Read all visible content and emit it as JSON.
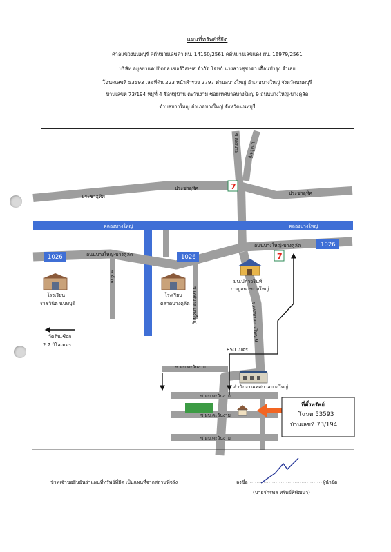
{
  "header": {
    "title": "แผนที่ทรัพย์ที่ยึด",
    "line1": "ศาลแขวงนนทบุรี   คดีหมายเลขดำ ผบ. 14150/2561  คดีหมายเลขแดง ผบ. 16979/2561",
    "line2": "บริษัท อยุธยาแคปปิตอล เซอร์วิสเซส จำกัด   โจทก์  นางสาวสุชาดา  เอื้อนป่ารุง จำเลย",
    "line3": "โฉนดเลขที่ 53593  เลขที่ดิน  223   หน้าสำรวจ  2797  ตำบลบางใหญ่ อำเภอบางใหญ่   จังหวัดนนทบุรี",
    "line4": "บ้านเลขที่ 73/194   หมู่ที่  4 ชื่อหมู่บ้าน ตะวันงาม   ซอยเทศบาลบางใหญ่ 9  ถนนบางใหญ่-บางคูลัด",
    "line5": "ตำบลบางใหญ่ อำเภอบางใหญ่   จังหวัดนนทบุรี"
  },
  "map": {
    "roads": {
      "prachautit_1": "ประชาอุทิศ",
      "prachautit_2": "ประชาอุทิศ",
      "prachautit_3": "ประชาอุทิศ",
      "canal_1": "คลองบางใหญ่",
      "canal_2": "คลองบางใหญ่",
      "main_road_1": "ถนนบางใหญ่-บางคูลัด",
      "main_road_2": "ถนนบางใหญ่-บางคูลัด",
      "soi_top_1": "ซ.เทศบาล",
      "soi_top_2": "บางใหญ่",
      "soi_left": "ซ.ห้วย",
      "soi_mid": "ซ.เทศบาล บางใหญ่",
      "soi_tessaban9": "ซ.เทศบาลบางใหญ่ 9",
      "soi_tawan_1": "ซ.มบ.ตะวันงาม",
      "soi_tawan_2": "ซ.มบ.ตะวันงาม",
      "soi_tawan_3": "ซ.มบ.ตะวันงาม",
      "soi_tawan_4": "ซ.มบ.ตะวันงาม"
    },
    "highway_badge_1": "1026",
    "highway_badge_2": "1026",
    "highway_badge_3": "1026",
    "seven_eleven": "7",
    "places": {
      "school1_line1": "โรงเรียน",
      "school1_line2": "ราชวินิต นนทบุรี",
      "school2_line1": "โรงเรียน",
      "school2_line2": "ตลาดบางคูลัด",
      "village_line1": "มบ.ปภาวรินท์",
      "village_line2": "กาญจนา-บางใหญ่",
      "office": "สำนักงานเทศบาลบางใหญ่"
    },
    "direction_line1": "วัดต้นเชือก",
    "direction_line2": "2.7 กิโลเมตร",
    "distance": "850 เมตร",
    "property_box": {
      "line1": "ที่ตั้งทรัพย์",
      "line2": "โฉนด 53593",
      "line3": "บ้านเลขที่ 73/194"
    },
    "colors": {
      "road": "#9e9e9e",
      "canal": "#3f6fd6",
      "badge": "#3f6fd6",
      "arrow": "#f26522",
      "field": "#3c9b44"
    }
  },
  "footer": {
    "statement": "ข้าพเจ้าขอยืนยันว่าแผนที่ทรัพย์ที่ยึด เป็นแผนที่จากสถานที่จริง",
    "sign_label": "ลงชื่อ",
    "sign_role": "ผู้นำยึด",
    "sign_name": "(นายจักรพล   ทรัพย์พิพัฒนา)"
  }
}
